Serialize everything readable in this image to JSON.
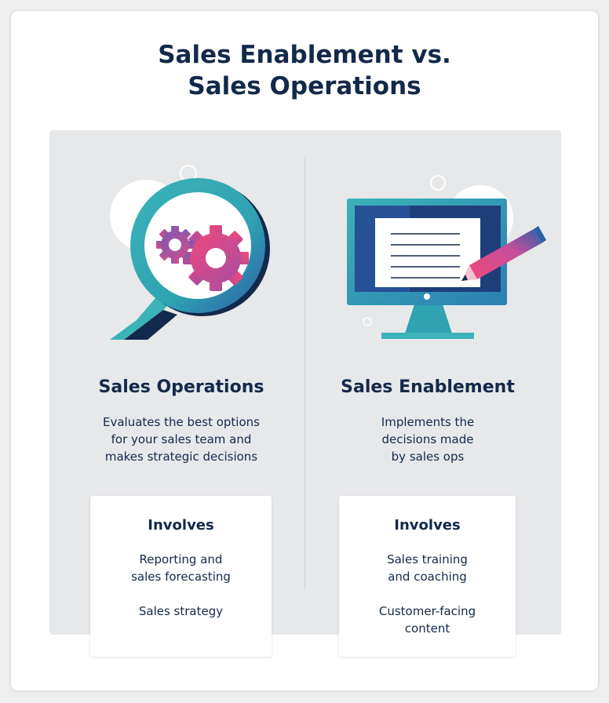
{
  "title": "Sales Enablement vs.\nSales Operations",
  "left": {
    "heading": "Sales Operations",
    "description": "Evaluates the best options\nfor your sales team and\nmakes strategic decisions",
    "involves_title": "Involves",
    "items": [
      "Reporting and\nsales forecasting",
      "Sales strategy"
    ]
  },
  "right": {
    "heading": "Sales Enablement",
    "description": "Implements the\ndecisions made\nby sales ops",
    "involves_title": "Involves",
    "items": [
      "Sales training\nand coaching",
      "Customer-facing\ncontent"
    ]
  },
  "colors": {
    "navy": "#13294b",
    "teal": "#3bb3b8",
    "blue": "#2c5fa8",
    "pink": "#e94d7b",
    "purple": "#8a4fa0",
    "panel": "#e7e8ea"
  },
  "icons": {
    "left": "magnifying-glass-gears-icon",
    "right": "monitor-pencil-icon"
  }
}
